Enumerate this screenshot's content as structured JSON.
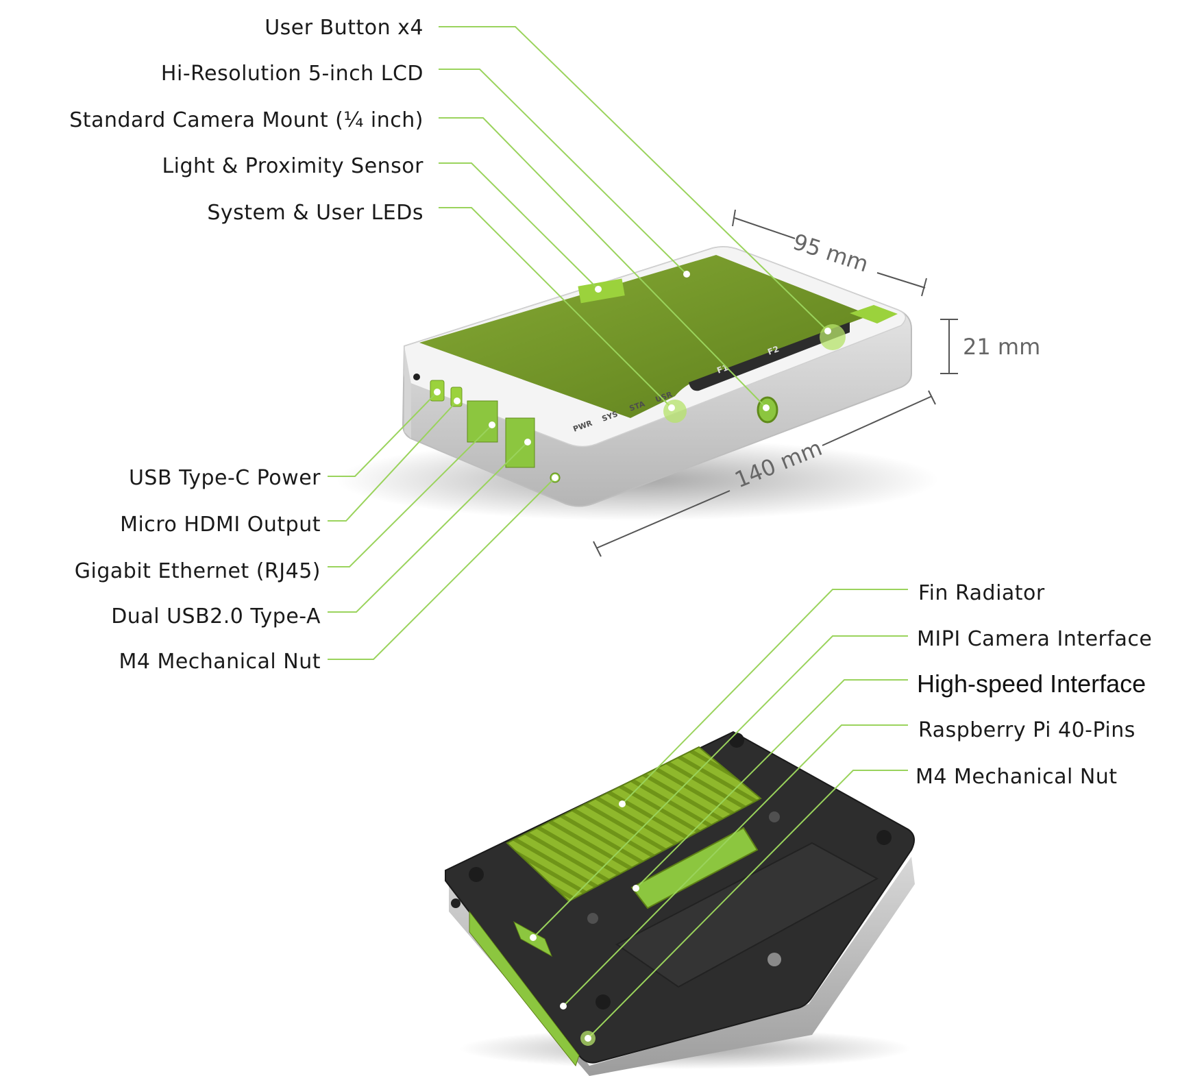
{
  "labels": {
    "user_button": "User Button x4",
    "lcd": "Hi-Resolution 5-inch LCD",
    "camera_mount": "Standard Camera Mount (¼ inch)",
    "light_sensor": "Light & Proximity Sensor",
    "leds": "System & User LEDs",
    "usb_c": "USB Type-C Power",
    "micro_hdmi": "Micro HDMI Output",
    "ethernet": "Gigabit Ethernet (RJ45)",
    "usb_a": "Dual USB2.0 Type-A",
    "m4_nut_top": "M4 Mechanical Nut",
    "fin": "Fin Radiator",
    "mipi": "MIPI Camera Interface",
    "high_speed": "High-speed Interface",
    "rpi": "Raspberry Pi 40-Pins",
    "m4_nut_bottom": "M4 Mechanical Nut"
  },
  "dimensions": {
    "width": "95 mm",
    "height": "21 mm",
    "length": "140 mm"
  },
  "device_markings": {
    "pwr": "PWR",
    "sys": "SYS",
    "sta": "STA",
    "usr": "USR",
    "f1": "F1",
    "f2": "F2"
  },
  "colors": {
    "accent_green": "#8cc63f",
    "screen_green": "#6b8e23",
    "body_gray": "#e6e6e6",
    "base_dark": "#2f2f2f"
  }
}
